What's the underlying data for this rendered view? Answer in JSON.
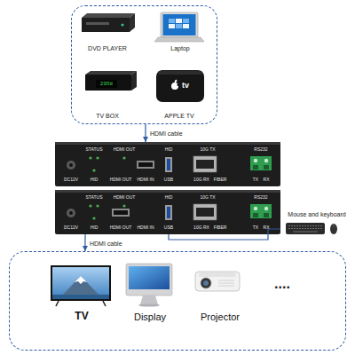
{
  "diagram": {
    "nodes": [
      {
        "text": []
      },
      {
        "text": [
          "DVD PLAYER"
        ],
        "in": 0
      },
      {
        "text": [
          "Laptop"
        ],
        "in": 0
      },
      {
        "text": [
          "TV BOX"
        ],
        "in": 0
      },
      {
        "text": [
          "APPLE TV"
        ],
        "in": 0
      },
      {
        "text": []
      },
      {
        "text": []
      },
      {
        "text": [
          "Mouse and keyboard"
        ]
      },
      {
        "text": []
      },
      {
        "text": [
          "TV"
        ],
        "in": 8
      },
      {
        "text": [
          "Display"
        ],
        "in": 8
      },
      {
        "text": [
          "Projector"
        ],
        "in": 8
      }
    ],
    "edges": [
      {
        "from": 0,
        "to": 5,
        "label": "HDMI cable",
        "arrow": "to"
      },
      {
        "from": 6,
        "to": 8,
        "label": "HDMI cable",
        "arrow": "to"
      },
      {
        "from": 6,
        "to": 7,
        "arrow": "none"
      }
    ],
    "labels": [
      "DC12V",
      "STATUS",
      "HDMI OUT",
      "HID",
      "HDMI OUT",
      "HDMI IN",
      "HID",
      "USB",
      "10G TX",
      "10G RX",
      "FIBER",
      "RS232",
      "TX",
      "RX",
      "DC12V",
      "STATUS",
      "HDMI OUT",
      "HID",
      "HDMI OUT",
      "HDMI IN",
      "HID",
      "USB",
      "10G TX",
      "10G RX",
      "FIBER",
      "RS232",
      "TX",
      "RX",
      "2958",
      "tv",
      "...."
    ]
  }
}
